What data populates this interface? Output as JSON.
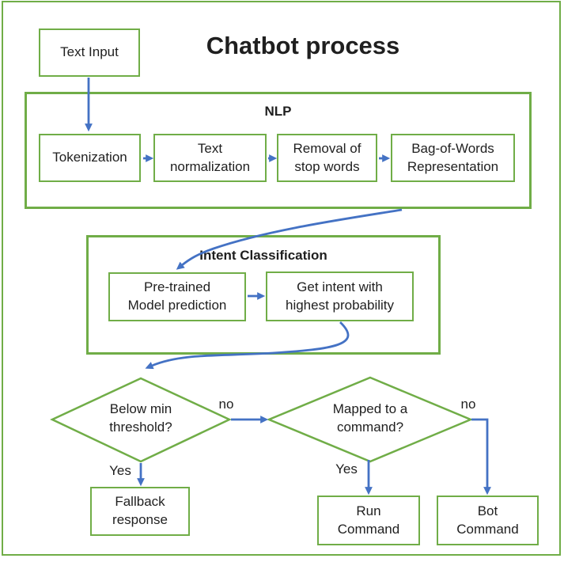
{
  "title": "Chatbot process",
  "colors": {
    "shape_border": "#70ad47",
    "arrow": "#4472c4",
    "text": "#1f1f1f",
    "background": "#ffffff"
  },
  "nodes": {
    "text_input": "Text Input",
    "nlp_group": "NLP",
    "tokenization": "Tokenization",
    "text_normalization": "Text\nnormalization",
    "stop_words": "Removal of\nstop words",
    "bag_of_words": "Bag-of-Words\nRepresentation",
    "intent_group": "Intent Classification",
    "pretrained_model": "Pre-trained\nModel prediction",
    "get_intent": "Get intent with\nhighest probability",
    "below_min_threshold": "Below min\nthreshold?",
    "mapped_to_command": "Mapped to a\ncommand?",
    "fallback_response": "Fallback\nresponse",
    "run_command": "Run\nCommand",
    "bot_command": "Bot\nCommand"
  },
  "edge_labels": {
    "below_min_no": "no",
    "below_min_yes": "Yes",
    "mapped_no": "no",
    "mapped_yes": "Yes"
  }
}
